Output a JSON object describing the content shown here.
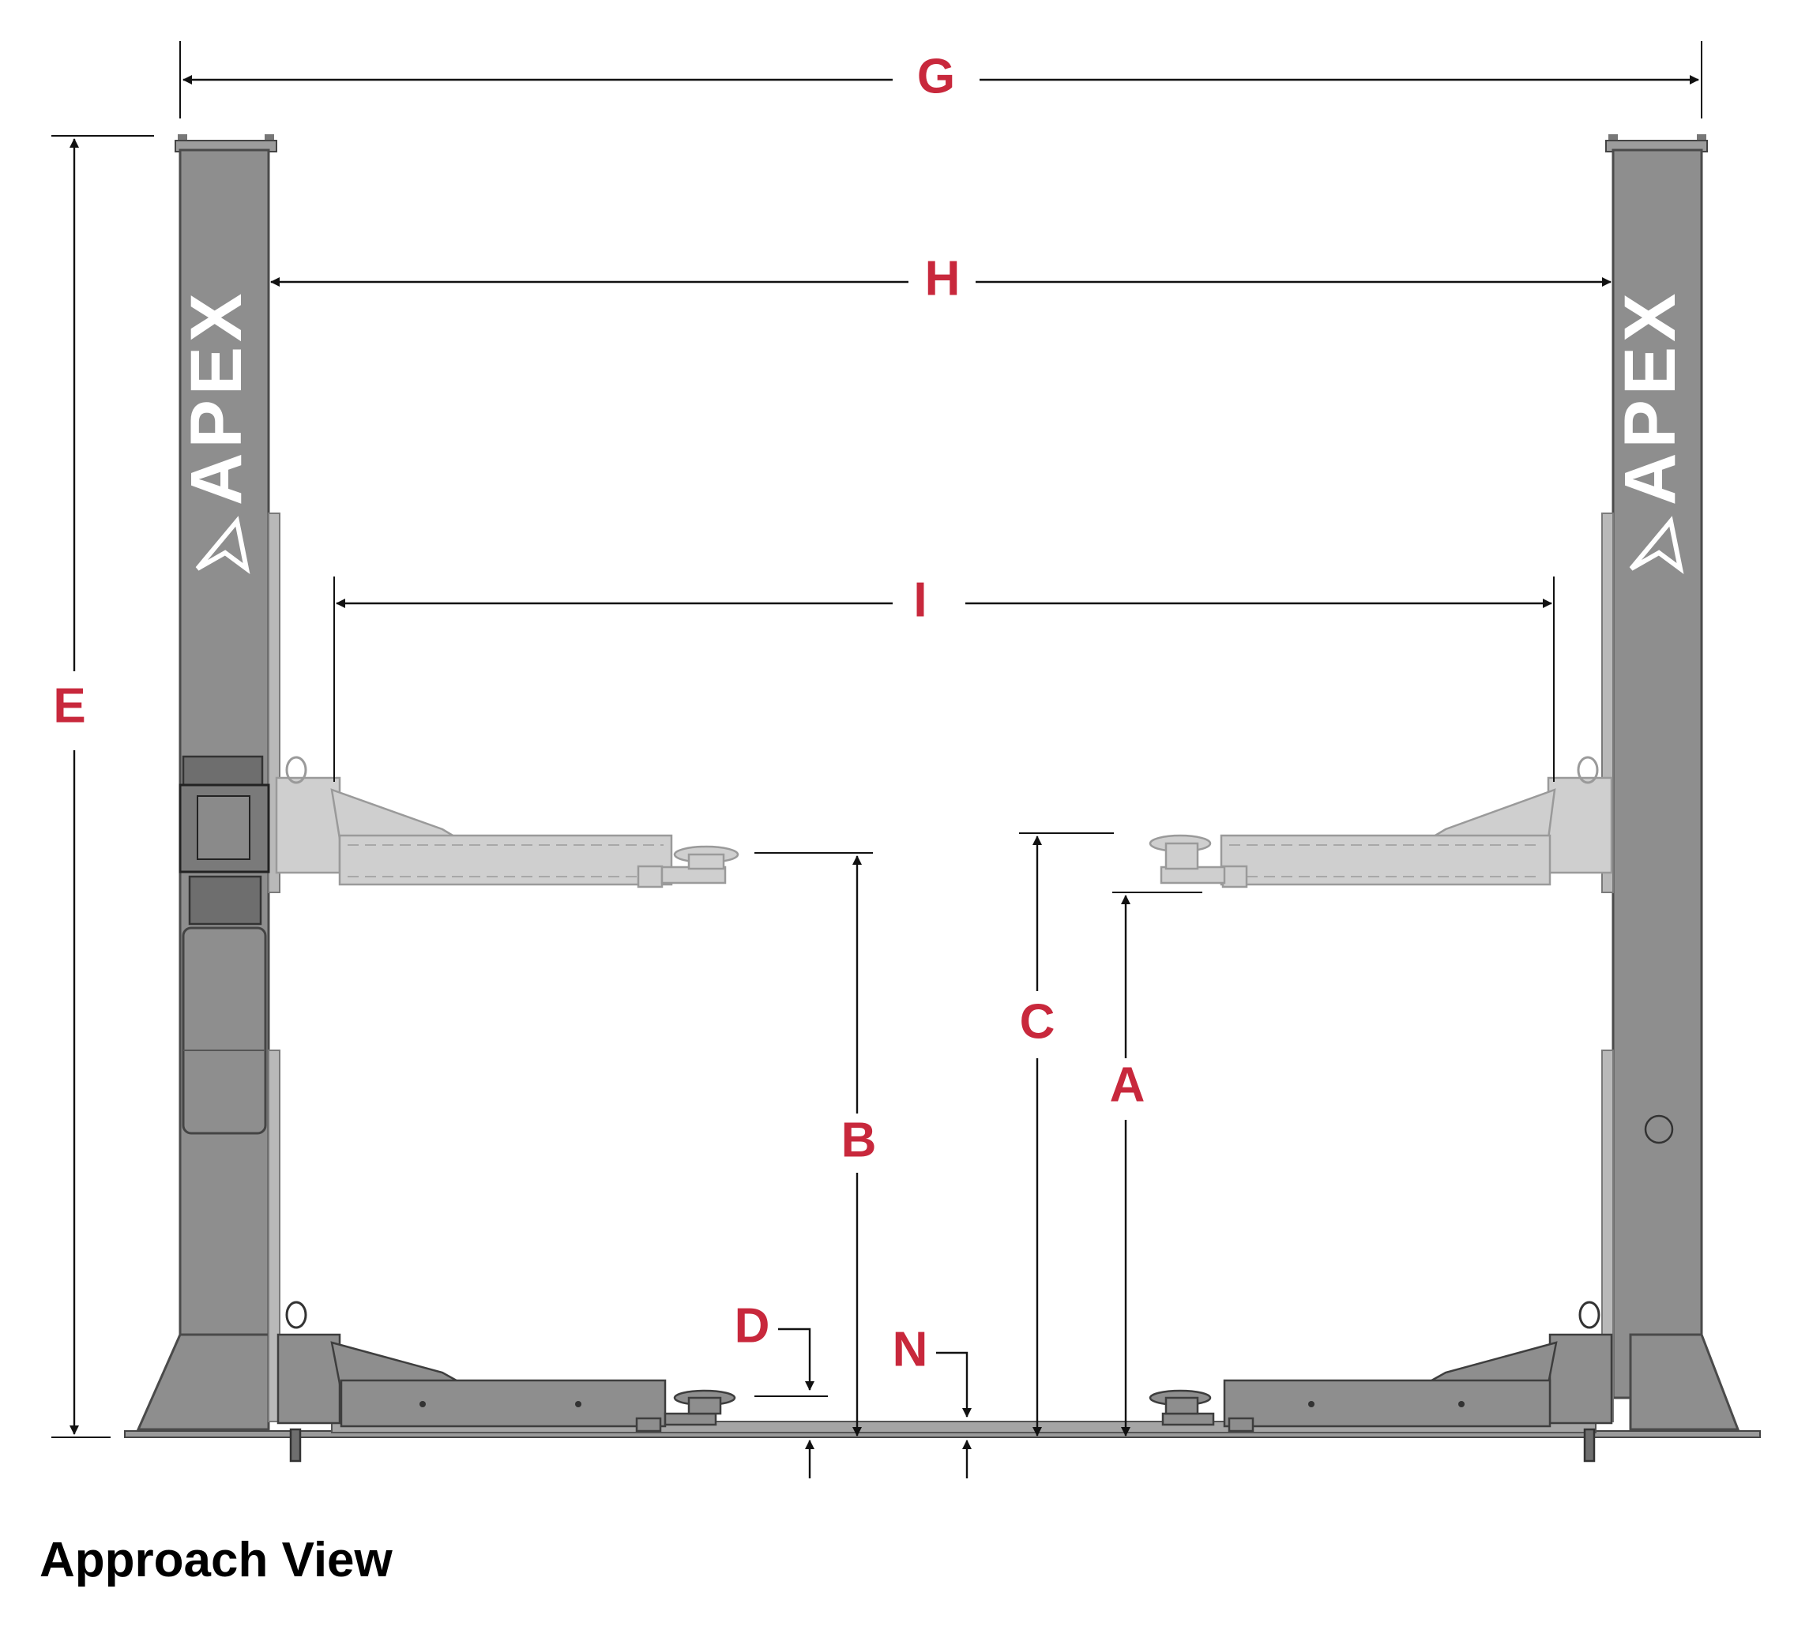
{
  "brand": {
    "name": "APEX"
  },
  "dimensions": {
    "A": "A",
    "B": "B",
    "C": "C",
    "D": "D",
    "E": "E",
    "G": "G",
    "H": "H",
    "I": "I",
    "N": "N"
  },
  "caption": "Approach View",
  "colors": {
    "label": "#c8283c",
    "post": "#8e8e8e",
    "raised_arm": "#cfcfcf"
  }
}
